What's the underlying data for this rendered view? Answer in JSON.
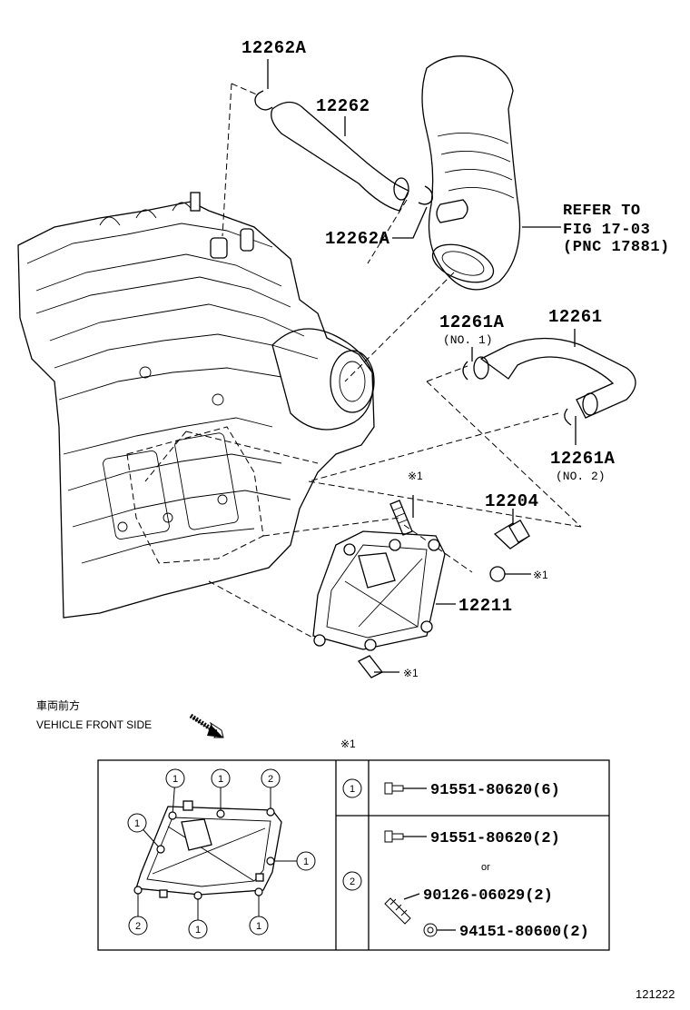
{
  "labels": {
    "p12262A_top": "12262A",
    "p12262": "12262",
    "p12262A_mid": "12262A",
    "refer1": "REFER TO",
    "refer2": "FIG 17-03",
    "refer3": "(PNC 17881)",
    "p12261A_1": "12261A",
    "p12261A_1_sub": "(NO. 1)",
    "p12261": "12261",
    "p12261A_2": "12261A",
    "p12261A_2_sub": "(NO. 2)",
    "mark1_stud": "※1",
    "p12204": "12204",
    "mark1_nut": "※1",
    "p12211": "12211",
    "mark1_bolt": "※1",
    "front_jp": "車両前方",
    "front_en": "VEHICLE FRONT SIDE",
    "table_mark": "※1",
    "footer": "121222"
  },
  "table": {
    "row1_key": "1",
    "row1_pn": "91551-80620(6)",
    "row2_key": "2",
    "row2_pn1": "91551-80620(2)",
    "row2_or": "or",
    "row2_pn2": "90126-06029(2)",
    "row2_pn3": "94151-80600(2)"
  },
  "bolt_callouts": [
    "1",
    "1",
    "2",
    "1",
    "1",
    "2",
    "1",
    "1"
  ]
}
